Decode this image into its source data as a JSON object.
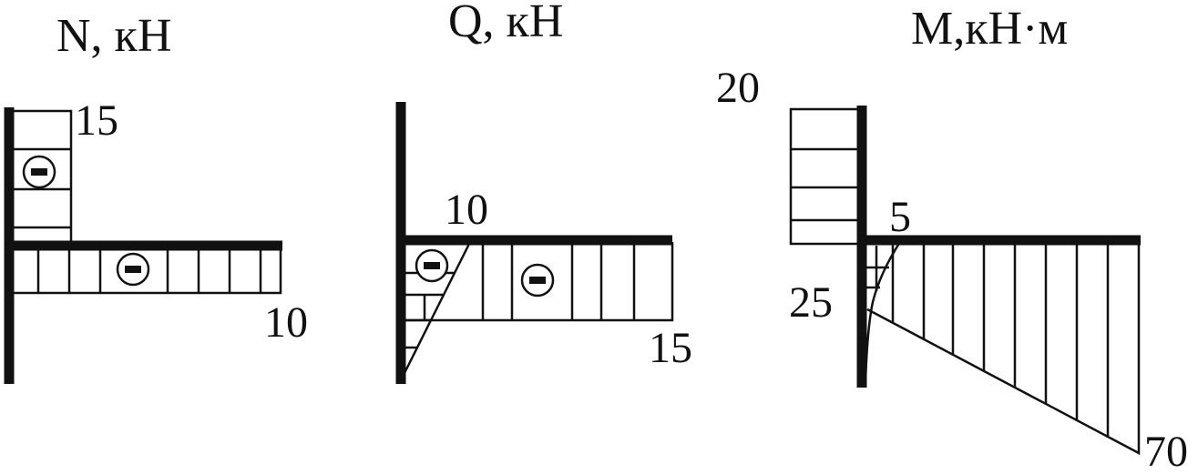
{
  "diagrams": {
    "n": {
      "title": "N, кН",
      "labels": {
        "column_value": "15",
        "beam_value": "10"
      },
      "signs": {
        "column": "-",
        "beam": "-"
      }
    },
    "q": {
      "title": "Q, кН",
      "labels": {
        "column_value": "10",
        "beam_value": "15"
      },
      "signs": {
        "column": "-",
        "beam": "-"
      }
    },
    "m": {
      "title": "M,кН·м",
      "labels": {
        "column_top_value": "20",
        "column_bottom_value": "25",
        "joint_value": "5",
        "beam_end_value": "70"
      }
    }
  }
}
